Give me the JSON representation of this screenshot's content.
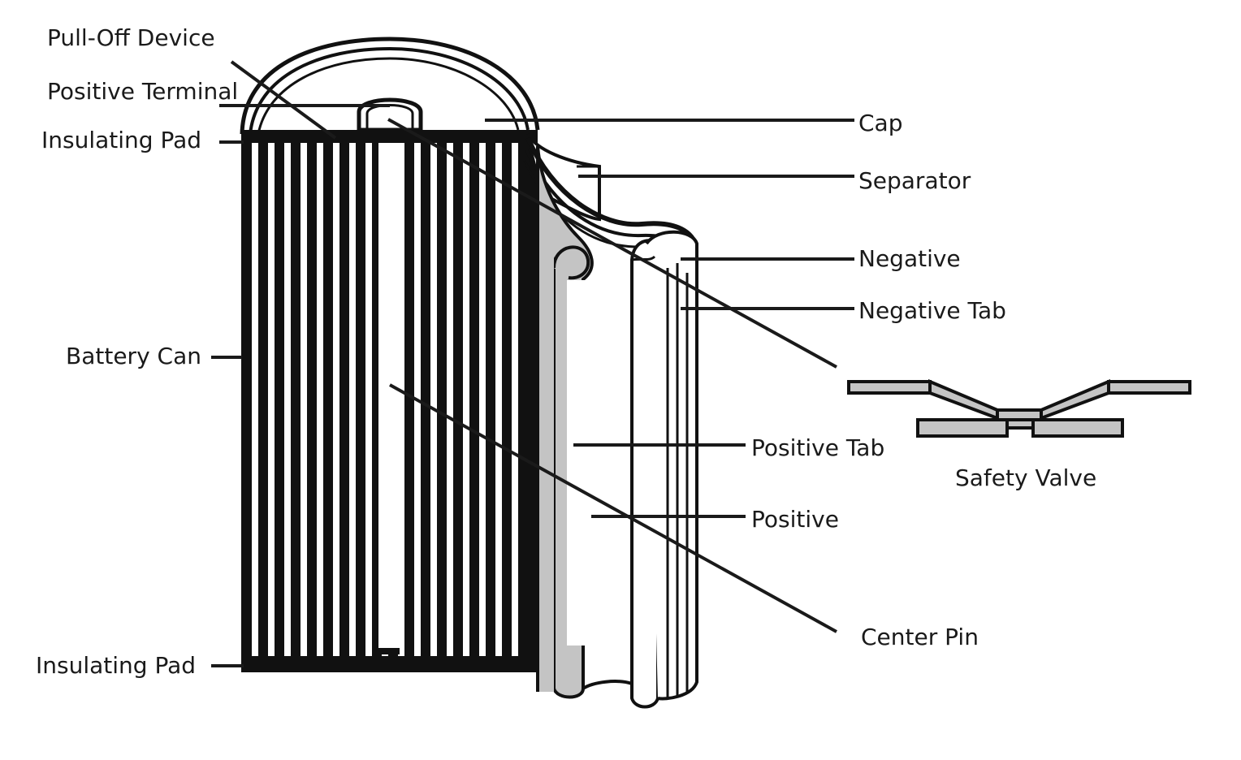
{
  "colors": {
    "ink": "#111111",
    "grey": "#c4c4c4",
    "background": "#ffffff"
  },
  "labels": {
    "pull_off_device": "Pull-Off Device",
    "positive_terminal": "Positive Terminal",
    "insulating_pad_top": "Insulating Pad",
    "battery_can": "Battery Can",
    "insulating_pad_bottom": "Insulating Pad",
    "cap": "Cap",
    "separator": "Separator",
    "negative": "Negative",
    "negative_tab": "Negative Tab",
    "positive_tab": "Positive Tab",
    "positive": "Positive",
    "center_pin": "Center Pin",
    "safety_valve": "Safety Valve"
  }
}
